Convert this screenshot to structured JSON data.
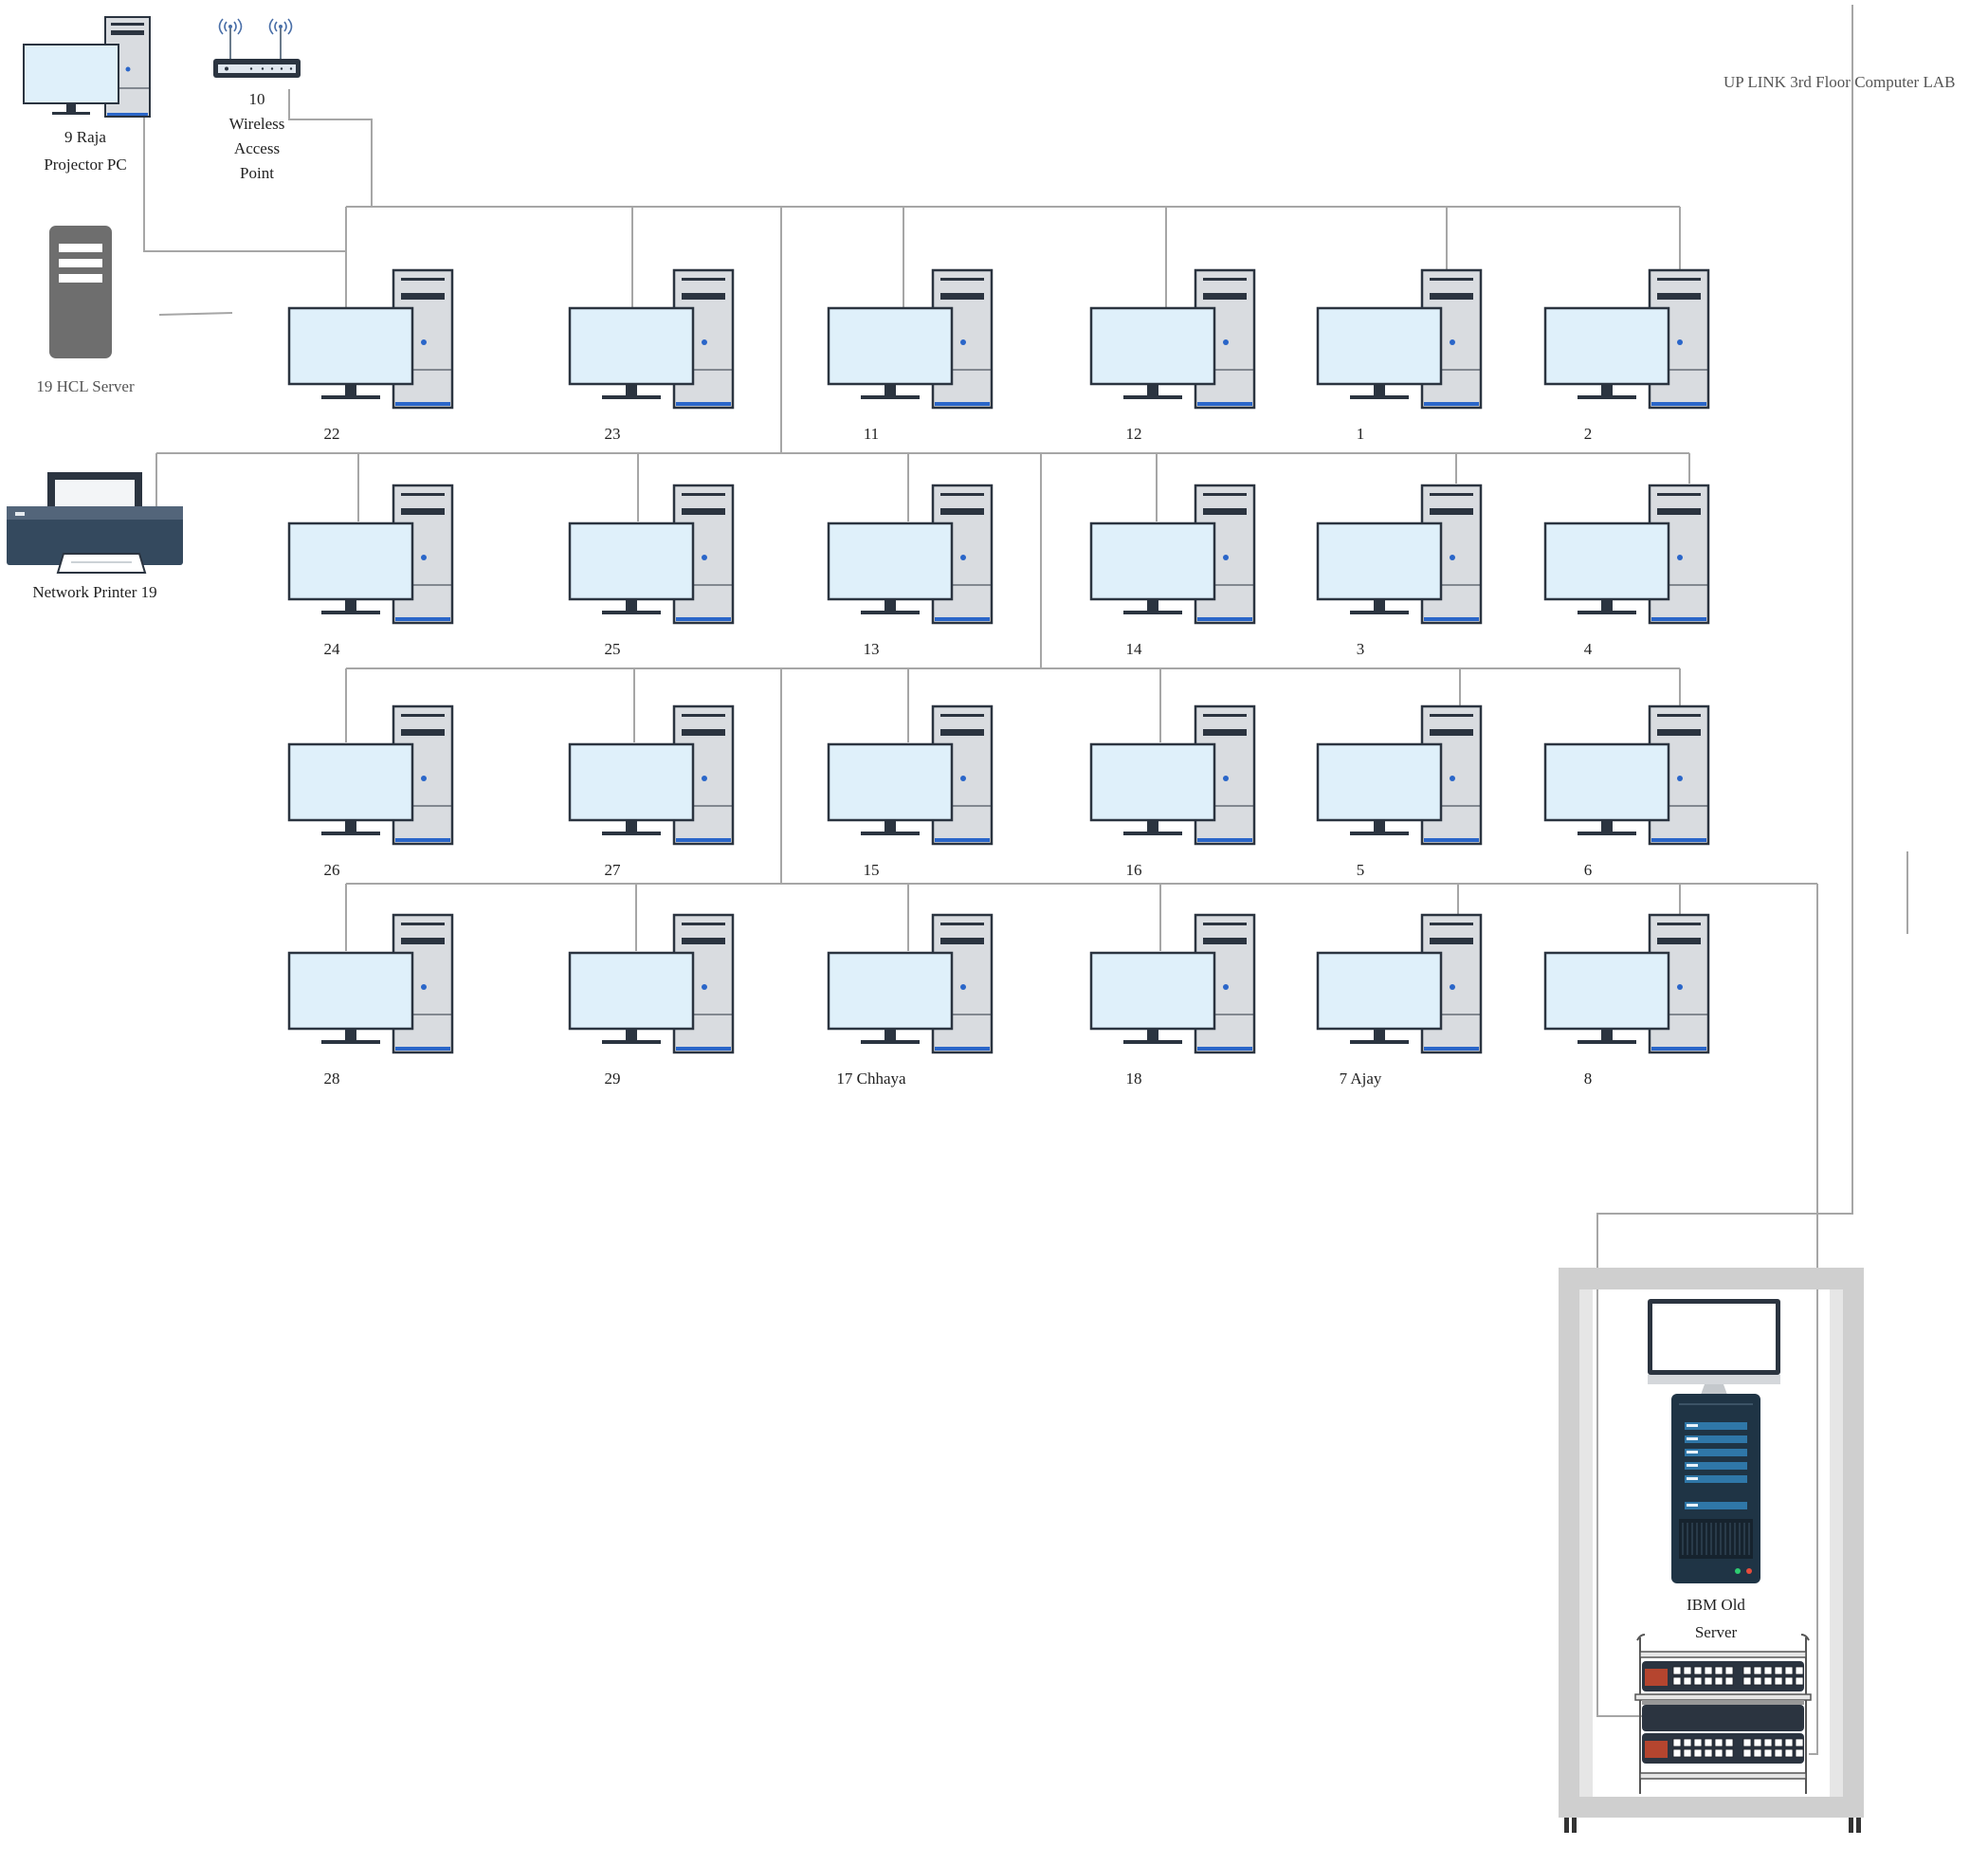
{
  "workstations": [
    [
      "22",
      "23",
      "11",
      "12",
      "1",
      "2"
    ],
    [
      "24",
      "25",
      "13",
      "14",
      "3",
      "4"
    ],
    [
      "26",
      "27",
      "15",
      "16",
      "5",
      "6"
    ],
    [
      "28",
      "29",
      "17 Chhaya",
      "18",
      "7 Ajay",
      "8"
    ]
  ],
  "devices": {
    "projector_pc": {
      "line1": "9 Raja",
      "line2": "Projector   PC"
    },
    "access_point": {
      "line1": "10",
      "line2": "Wireless",
      "line3": "Access",
      "line4": "Point"
    },
    "hcl_server": {
      "label": "19  HCL Server"
    },
    "printer": {
      "label": "Network   Printer   19"
    },
    "uplink": {
      "label": "UP LINK 3rd  Floor   Computer    LAB"
    },
    "ibm_server": {
      "line1": "IBM Old",
      "line2": "Server"
    }
  },
  "colors": {
    "line": "#a6a6a6",
    "monitor_screen": "#dff0fa",
    "monitor_frame": "#2b3440",
    "tower_fill": "#d9dce0",
    "tower_dark": "#2b3440",
    "led_blue": "#2a66c9",
    "rack_gray": "#cfcfcf",
    "server_dark": "#1f3445",
    "printer_body": "#34495e"
  }
}
